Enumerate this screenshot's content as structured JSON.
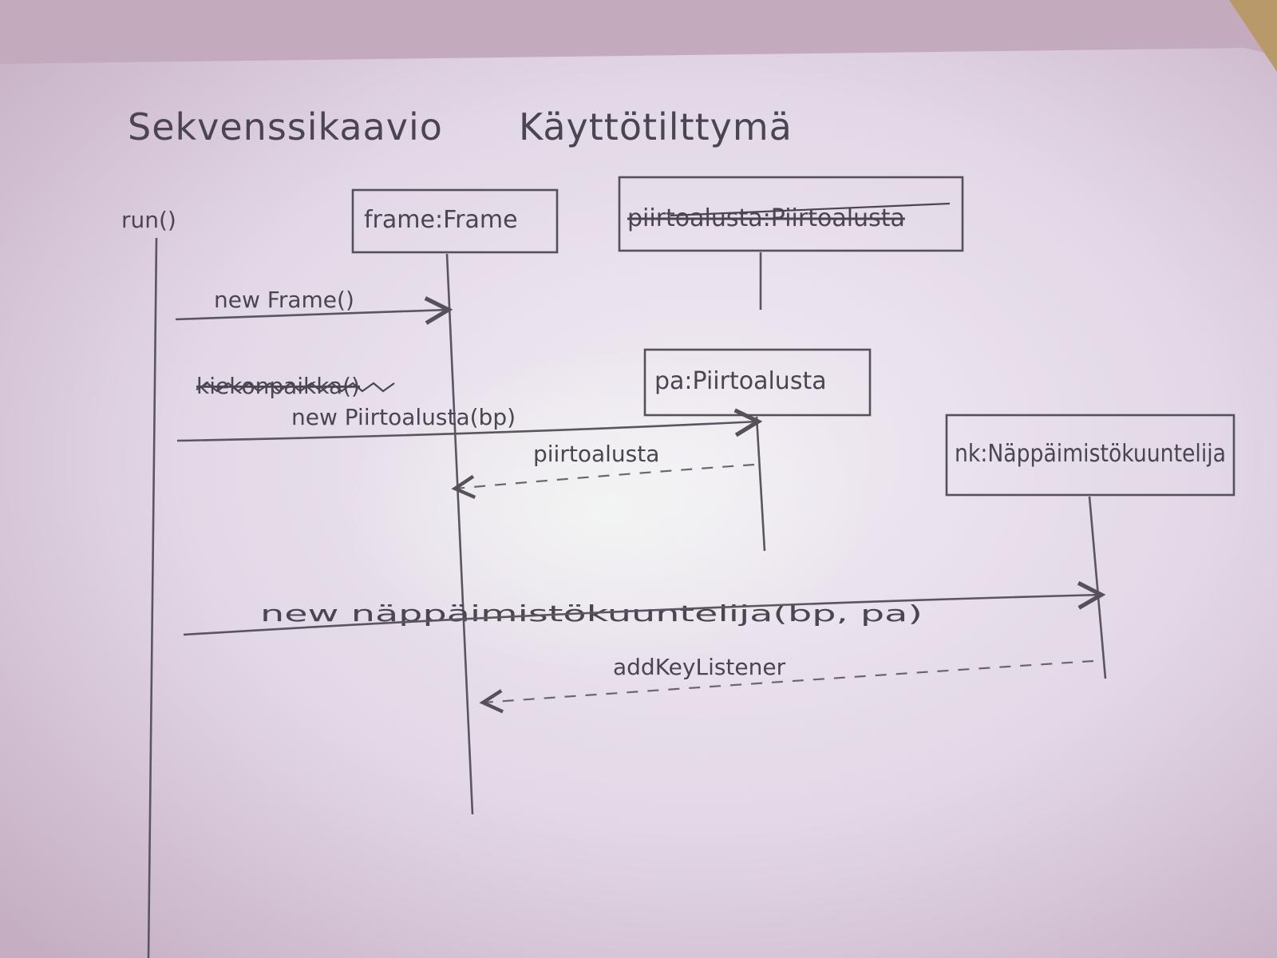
{
  "diagram": {
    "title_left": "Sekvenssikaavio",
    "title_right": "Käyttötilttymä",
    "entry": "run()",
    "objects": {
      "frame": "frame:Frame",
      "piirtoalusta_struck": "piirtoalusta:Piirtoalusta",
      "pa": "pa:Piirtoalusta",
      "nk": "nk:Näppäimistökuuntelija"
    },
    "messages": {
      "m1": "new Frame()",
      "m2_struck": "kiekonpaikka()",
      "m2": "new Piirtoalusta(bp)",
      "m2_return": "piirtoalusta",
      "m3": "new näppäimistökuuntelija(bp, pa)",
      "m3_return": "addKeyListener"
    }
  },
  "colors": {
    "paper": "#e4d9e6",
    "ink": "#4a4550"
  }
}
